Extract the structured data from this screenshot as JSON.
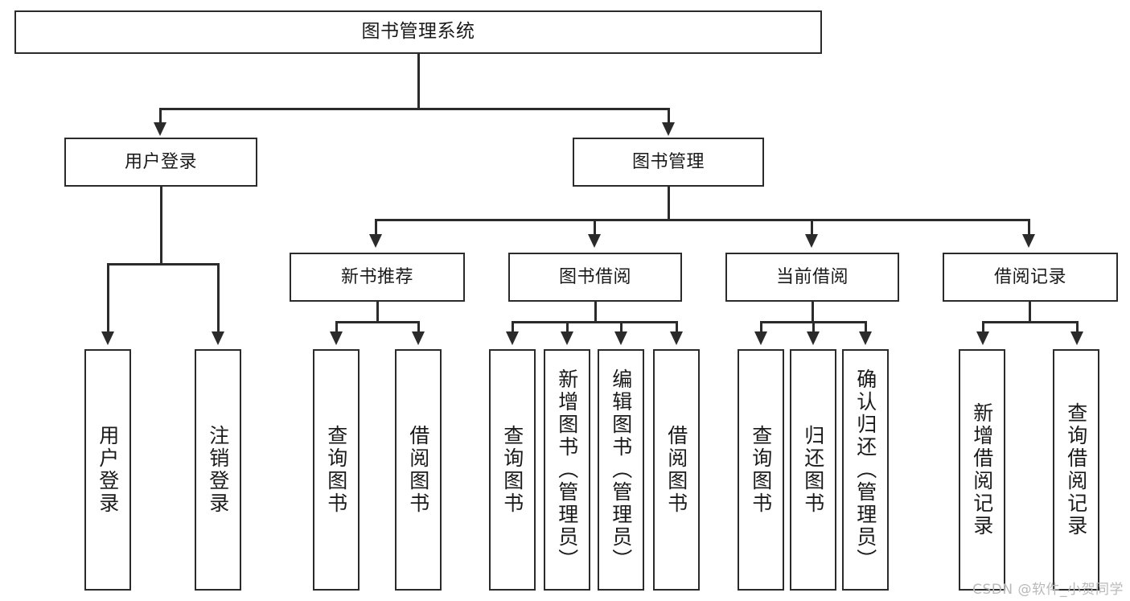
{
  "diagram": {
    "title": "图书管理系统",
    "type": "tree",
    "watermark": "CSDN @软件_小贺同学",
    "colors": {
      "stroke": "#2b2b2b",
      "fill": "#ffffff",
      "text": "#1a1a1a",
      "watermark": "#b9b9b9"
    },
    "root": {
      "label": "图书管理系统"
    },
    "level1": [
      {
        "label": "用户登录"
      },
      {
        "label": "图书管理"
      }
    ],
    "level2": [
      {
        "label": "新书推荐"
      },
      {
        "label": "图书借阅"
      },
      {
        "label": "当前借阅"
      },
      {
        "label": "借阅记录"
      }
    ],
    "leaves": {
      "user_login": [
        {
          "label": "用户登录"
        },
        {
          "label": "注销登录"
        }
      ],
      "new_book_recommend": [
        {
          "label": "查询图书"
        },
        {
          "label": "借阅图书"
        }
      ],
      "book_borrow": [
        {
          "label": "查询图书"
        },
        {
          "label": "新增图书（管理员）"
        },
        {
          "label": "编辑图书（管理员）"
        },
        {
          "label": "借阅图书"
        }
      ],
      "current_borrow": [
        {
          "label": "查询图书"
        },
        {
          "label": "归还图书"
        },
        {
          "label": "确认归还（管理员）"
        }
      ],
      "borrow_record": [
        {
          "label": "新增借阅记录"
        },
        {
          "label": "查询借阅记录"
        }
      ]
    }
  }
}
